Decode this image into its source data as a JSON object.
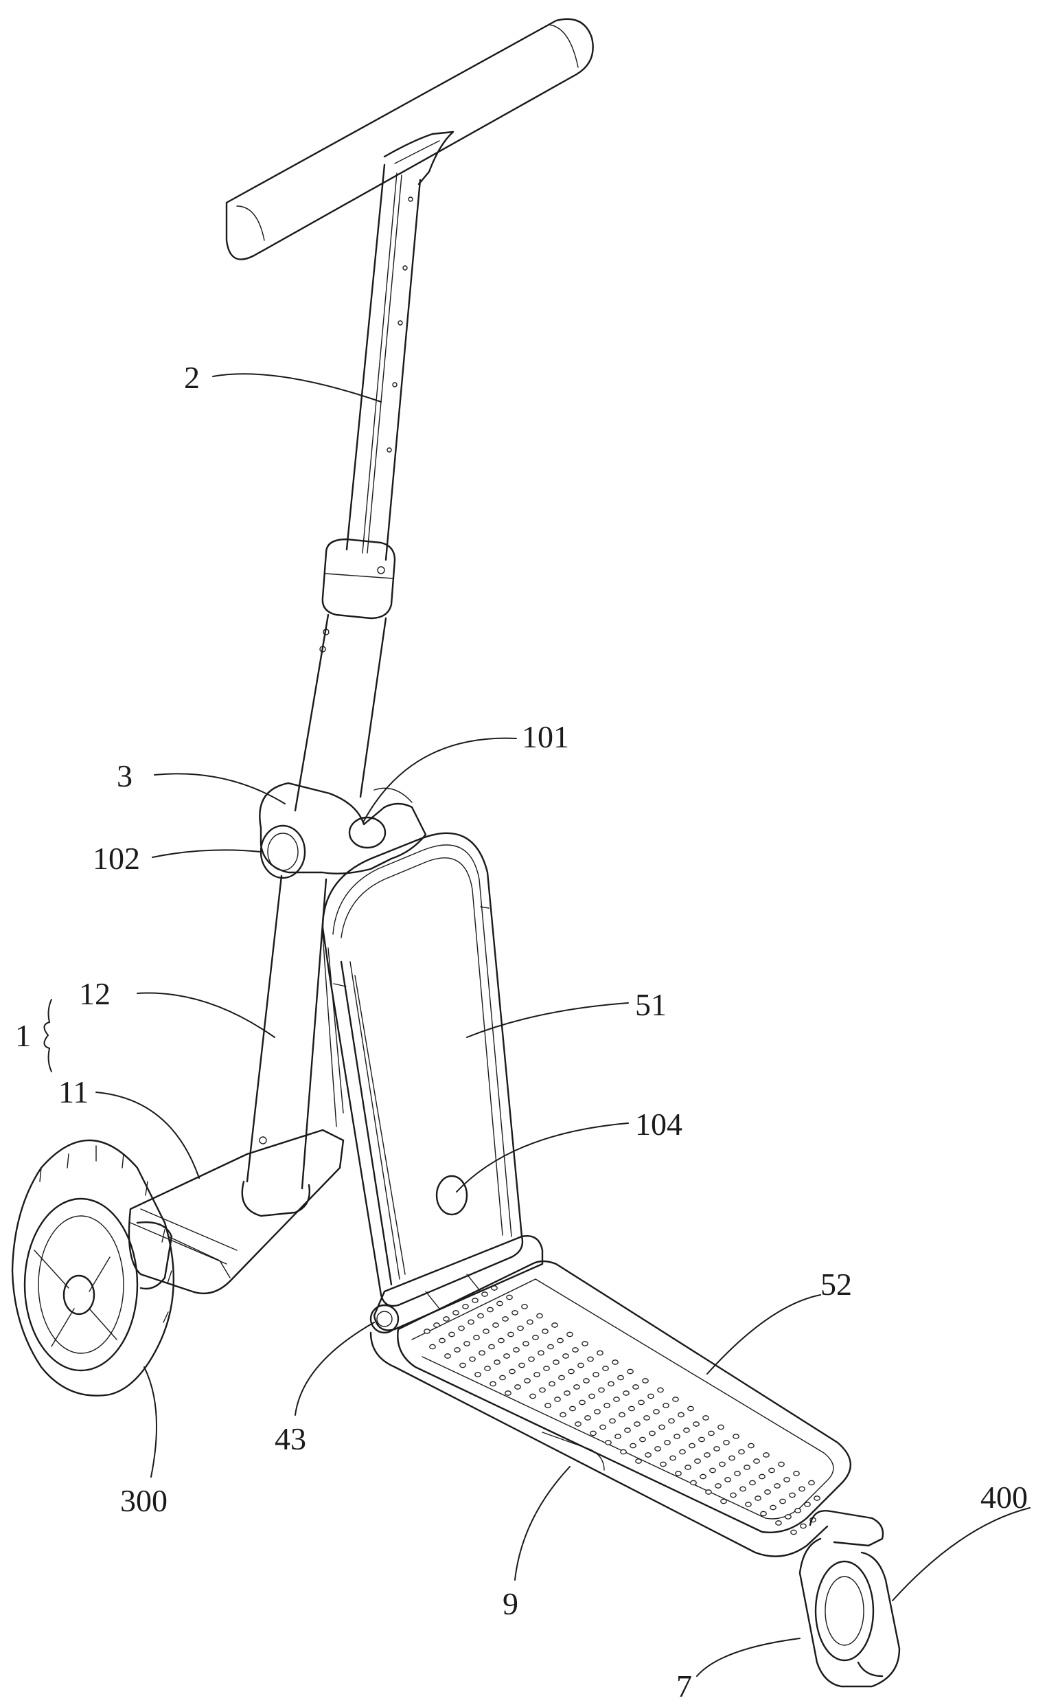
{
  "figure": {
    "labels": [
      {
        "id": "2",
        "text": "2"
      },
      {
        "id": "101",
        "text": "101"
      },
      {
        "id": "3",
        "text": "3"
      },
      {
        "id": "102",
        "text": "102"
      },
      {
        "id": "1",
        "text": "1"
      },
      {
        "id": "12",
        "text": "12"
      },
      {
        "id": "11",
        "text": "11"
      },
      {
        "id": "51",
        "text": "51"
      },
      {
        "id": "104",
        "text": "104"
      },
      {
        "id": "52",
        "text": "52"
      },
      {
        "id": "43",
        "text": "43"
      },
      {
        "id": "300",
        "text": "300"
      },
      {
        "id": "400",
        "text": "400"
      },
      {
        "id": "9",
        "text": "9"
      },
      {
        "id": "7",
        "text": "7"
      }
    ]
  }
}
